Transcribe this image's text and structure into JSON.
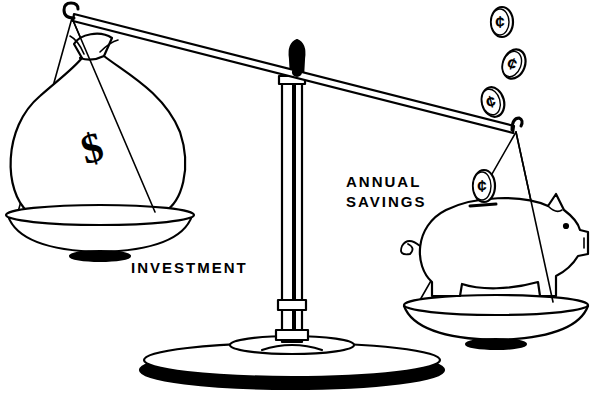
{
  "diagram": {
    "labels": [
      "$",
      "INVESTMENT",
      "ANNUAL SAVINGS",
      "¢",
      "¢",
      "¢",
      "¢"
    ]
  }
}
